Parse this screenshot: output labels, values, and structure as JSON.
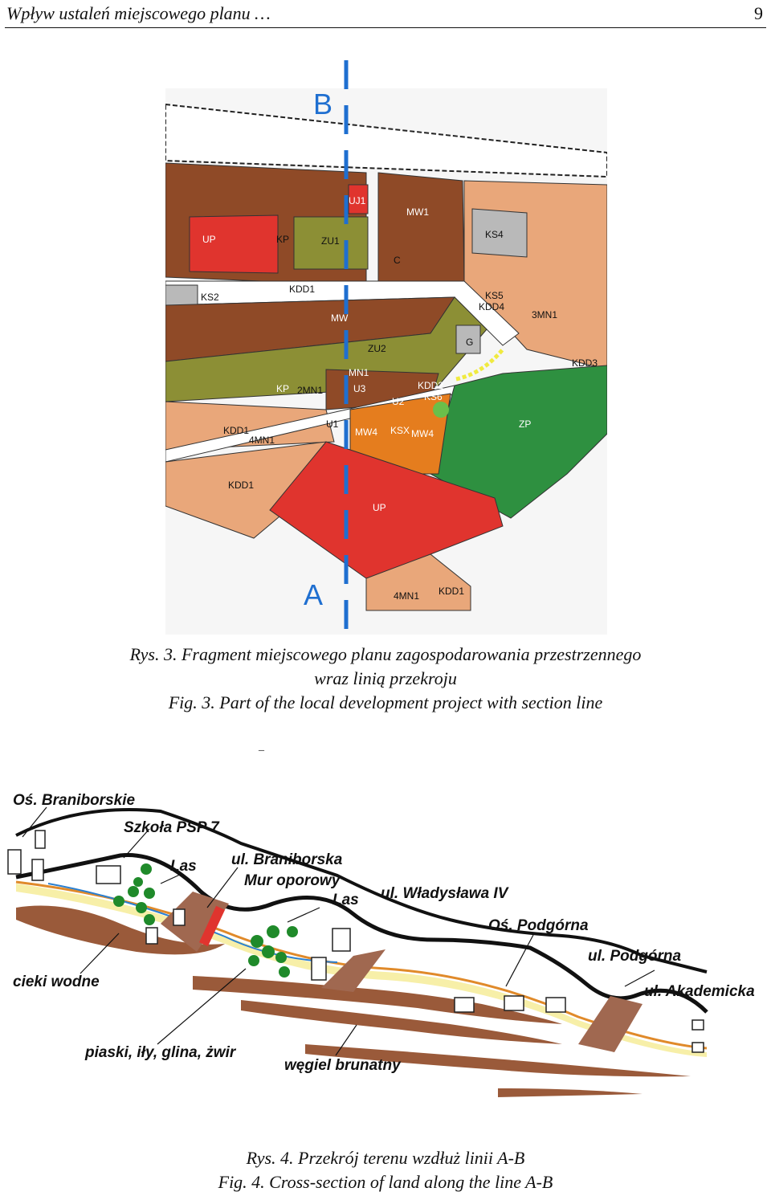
{
  "header": {
    "title": "Wpływ ustaleń miejscowego planu …",
    "page": "9"
  },
  "map": {
    "section_start": "B",
    "section_end": "A",
    "zones": [
      "UP",
      "KP",
      "ZU1",
      "MW1",
      "KS4",
      "KS2",
      "KDD1",
      "MW",
      "ZU2",
      "C",
      "G",
      "KS5",
      "KDD4",
      "3MN1",
      "KDD3",
      "MN1",
      "KP",
      "2MN1",
      "U3",
      "KDD2",
      "KS6",
      "ZP",
      "KDD1",
      "4MN1",
      "MW4",
      "KSX",
      "MW4",
      "KDD1",
      "UP",
      "4MN1",
      "KDD1",
      "U1",
      "U2",
      "UJ1"
    ],
    "colors": {
      "brown": "#8f4a27",
      "red": "#e0342e",
      "olive": "#8c8f35",
      "green": "#2e9040",
      "salmon": "#e9a77a",
      "orange": "#e57d1e",
      "grey": "#b9b9b9",
      "section_line": "#1f6fd0"
    }
  },
  "figure3_caption": {
    "line1": "Rys. 3. Fragment miejscowego planu zagospodarowania przestrzennego",
    "line2": "wraz linią przekroju",
    "line3": "Fig. 3. Part of the local development project with section line"
  },
  "separator": "_",
  "section": {
    "labels": {
      "os_braniborskie": "Oś. Braniborskie",
      "szkola": "Szkoła PSP 7",
      "las1": "Las",
      "ul_braniborska": "ul. Braniborska",
      "mur": "Mur oporowy",
      "las2": "Las",
      "ul_wladyslawa": "ul. Władysława IV",
      "os_podgorna": "Oś. Podgórna",
      "ul_podgorna": "ul. Podgórna",
      "ul_akademicka": "ul. Akademicka",
      "cieki": "cieki wodne",
      "piaski": "piaski, iły, glina, żwir",
      "wegiel": "węgiel brunatny"
    }
  },
  "figure4_caption": {
    "line1": "Rys. 4. Przekrój terenu wzdłuż linii A-B",
    "line2": "Fig. 4. Cross-section of land along the line A-B"
  }
}
